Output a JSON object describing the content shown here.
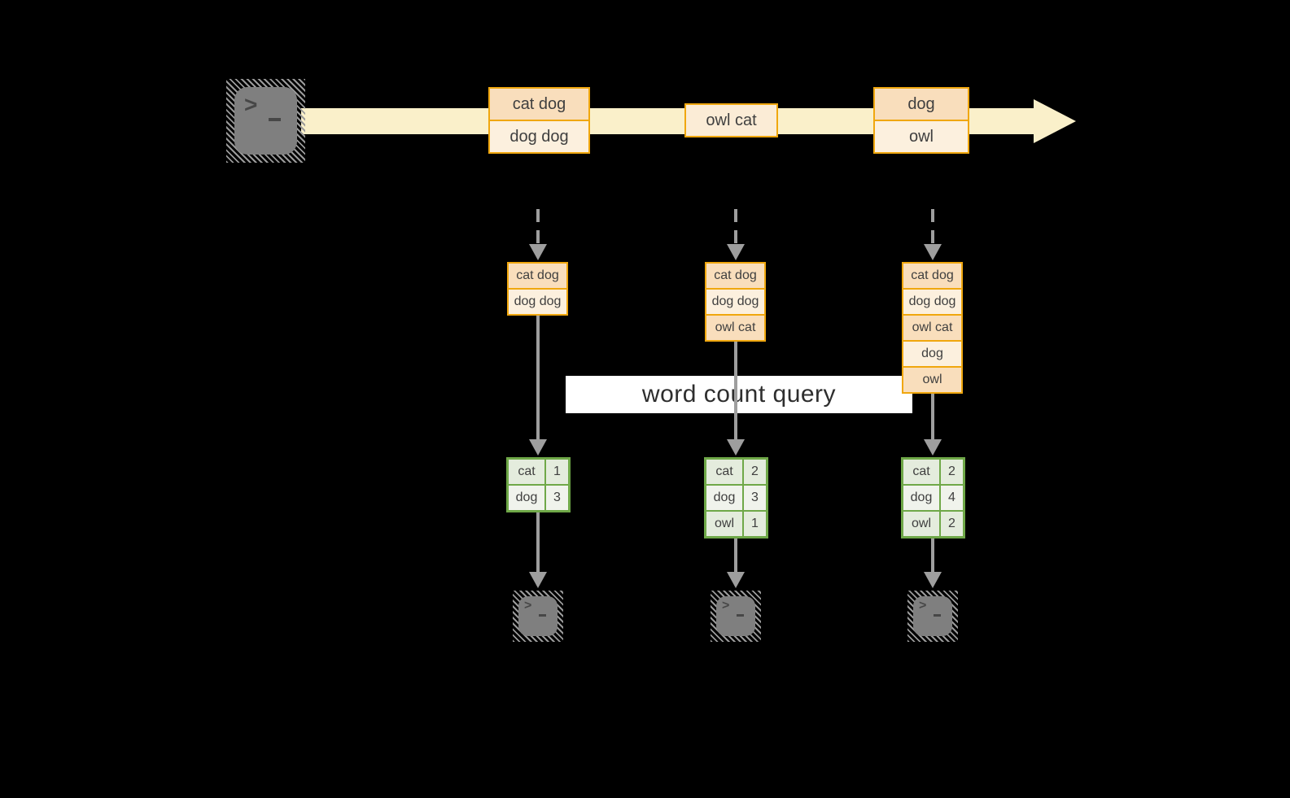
{
  "colors": {
    "background": "#000000",
    "stream_band": "#faf0ca",
    "box_border": "#f0a70e",
    "cell_peach": "#f9debc",
    "cell_cream": "#fcf0de",
    "single_cell": "#fbecd6",
    "table_border": "#6fa848",
    "table_cell_dark": "#e4ecdd",
    "table_cell_light": "#f0f3ec",
    "arrow_gray": "#9e9e9e",
    "terminal_gray": "#7f7f7f",
    "query_band_bg": "#ffffff",
    "text_dark": "#3f3f3f"
  },
  "terminal": {
    "prompt": ">"
  },
  "query_label": "word count query",
  "stream_events": [
    {
      "records": [
        "cat dog",
        "dog dog"
      ]
    },
    {
      "records": [
        "owl cat"
      ]
    },
    {
      "records": [
        "dog",
        "owl"
      ]
    }
  ],
  "columns": [
    {
      "accumulated": [
        "cat dog",
        "dog dog"
      ],
      "counts": [
        {
          "word": "cat",
          "count": "1"
        },
        {
          "word": "dog",
          "count": "3"
        }
      ]
    },
    {
      "accumulated": [
        "cat dog",
        "dog dog",
        "owl cat"
      ],
      "counts": [
        {
          "word": "cat",
          "count": "2"
        },
        {
          "word": "dog",
          "count": "3"
        },
        {
          "word": "owl",
          "count": "1"
        }
      ]
    },
    {
      "accumulated": [
        "cat dog",
        "dog dog",
        "owl cat",
        "dog",
        "owl"
      ],
      "counts": [
        {
          "word": "cat",
          "count": "2"
        },
        {
          "word": "dog",
          "count": "4"
        },
        {
          "word": "owl",
          "count": "2"
        }
      ]
    }
  ]
}
